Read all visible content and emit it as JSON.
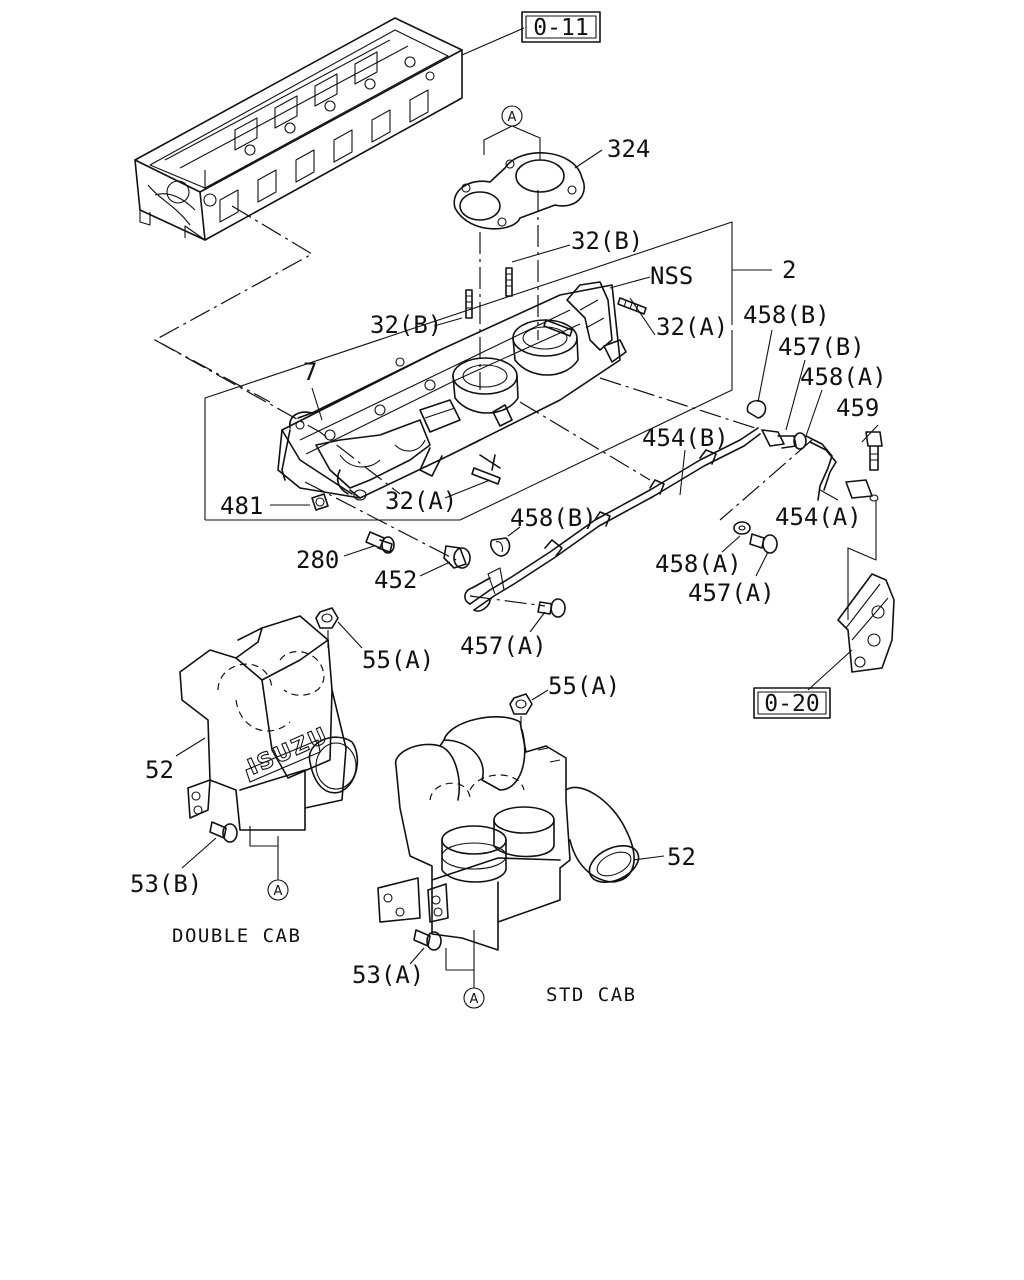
{
  "references": {
    "cylinder_head": "0-11",
    "bracket": "0-20"
  },
  "callouts": {
    "gasket": "324",
    "manifold_assy": "2",
    "stud_upper": "32(B)",
    "stud_left": "32(B)",
    "not_serviced": "NSS",
    "stud_right": "32(A)",
    "stud_lower": "32(A)",
    "manifold": "7",
    "nut_481": "481",
    "bolt_280": "280",
    "sensor_452": "452",
    "clip_458b_upper": "458(B)",
    "clip_458b_lower": "458(B)",
    "bolt_457b": "457(B)",
    "washer_458a_upper": "458(A)",
    "washer_458a_lower": "458(A)",
    "bolt_459": "459",
    "pipe_454b": "454(B)",
    "pipe_454a": "454(A)",
    "bolt_457a_right": "457(A)",
    "bolt_457a_lower": "457(A)",
    "nut_55a_upper": "55(A)",
    "nut_55a_lower": "55(A)",
    "cover_double": "52",
    "cover_std": "52",
    "bolt_53b": "53(B)",
    "bolt_53a": "53(A)"
  },
  "markers": {
    "top": "A",
    "double_cab": "A",
    "std_cab": "A"
  },
  "captions": {
    "double_cab": "DOUBLE CAB",
    "std_cab": "STD CAB"
  },
  "logo_text": "ISUZU"
}
